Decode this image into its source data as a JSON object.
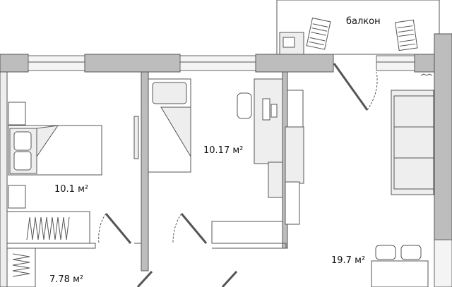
{
  "plan": {
    "rooms": [
      {
        "id": "balcony",
        "label": "балкон"
      },
      {
        "id": "bedroom",
        "label": "10.1 м²"
      },
      {
        "id": "kids-room",
        "label": "10.17 м²"
      },
      {
        "id": "hall",
        "label": "7.78 м²"
      },
      {
        "id": "living-room",
        "label": "19.7 м²"
      }
    ]
  }
}
